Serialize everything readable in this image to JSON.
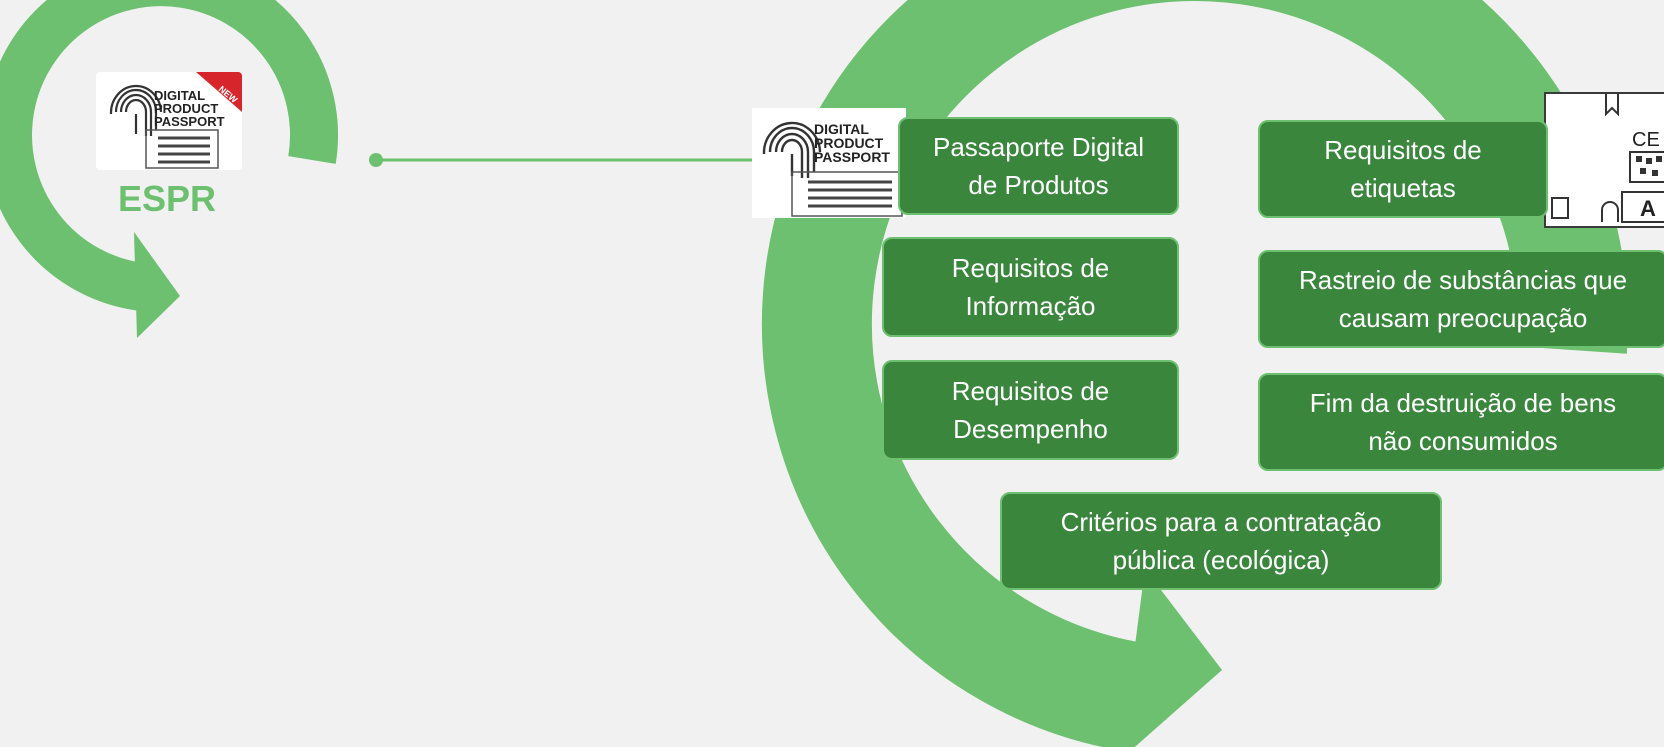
{
  "colors": {
    "background": "#f1f1f1",
    "arrow": "#6cc06f",
    "box_fill": "#3a863d",
    "box_border": "#6cc06f",
    "box_text": "#ffffff",
    "connector": "#6cc06f"
  },
  "left": {
    "title": "ESPR",
    "passport_lines": [
      "DIGITAL",
      "PRODUCT",
      "PASSPORT"
    ],
    "ribbon": "NEW"
  },
  "right": {
    "passport_lines": [
      "DIGITAL",
      "PRODUCT",
      "PASSPORT"
    ],
    "boxes": [
      {
        "line1": "Passaporte Digital",
        "line2": "de Produtos"
      },
      {
        "line1": "Requisitos de",
        "line2": "Informação"
      },
      {
        "line1": "Requisitos de",
        "line2": "Desempenho"
      },
      {
        "line1": "Requisitos de",
        "line2": "etiquetas"
      },
      {
        "line1": "Rastreio de substâncias que",
        "line2": "causam preocupação"
      },
      {
        "line1": "Fim da destruição de bens",
        "line2": "não consumidos"
      },
      {
        "line1": "Critérios para a contratação",
        "line2": "pública (ecológica)"
      }
    ],
    "energy_label": {
      "ce": "CE",
      "class": "A"
    }
  }
}
